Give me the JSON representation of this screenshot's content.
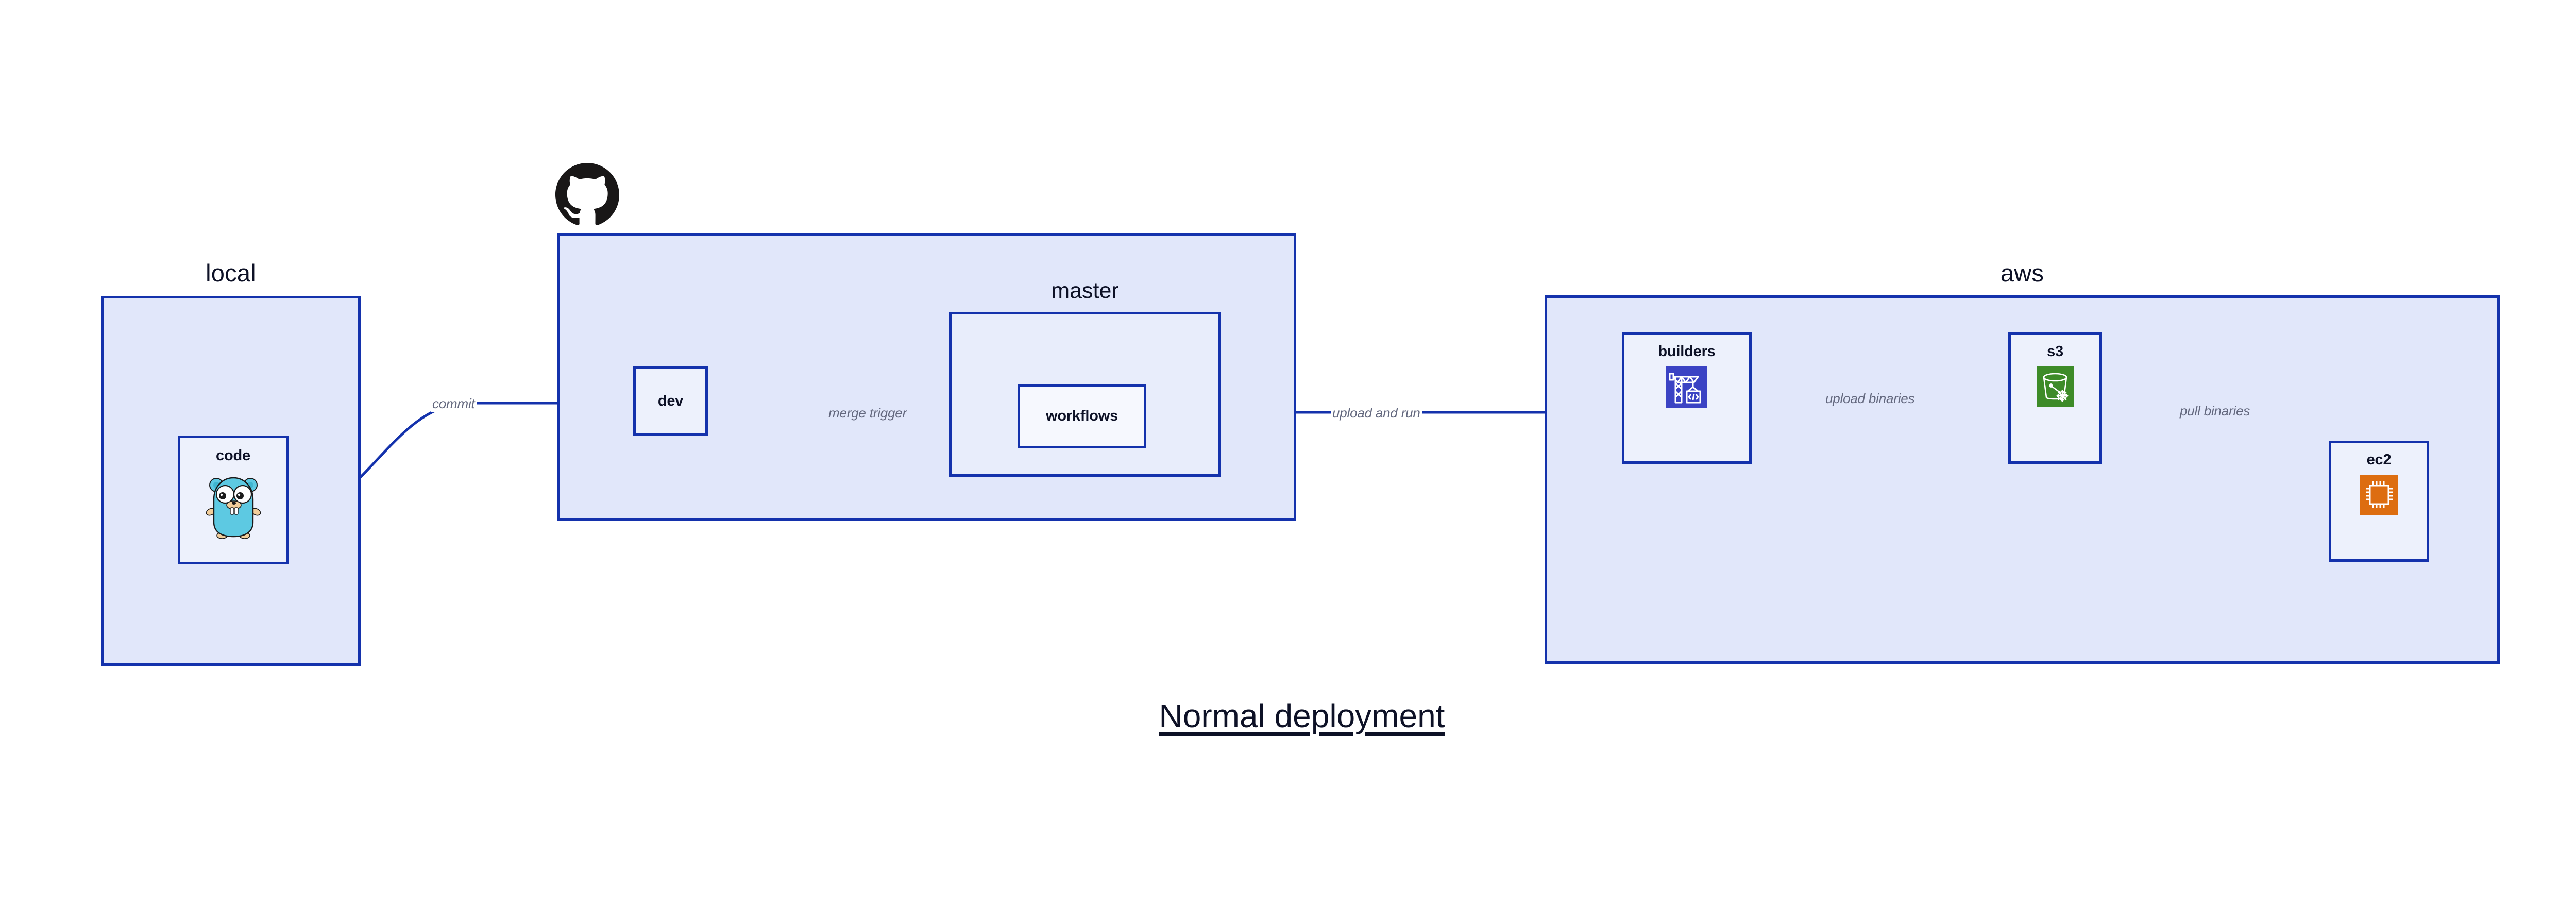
{
  "diagram": {
    "title": "Normal deployment",
    "palette": {
      "group_fill": "#e1e7fa",
      "sub_fill": "#e8edfb",
      "node_fill": "#edf1fc",
      "stroke": "#1432ac",
      "text": "#0d1126",
      "edge_label_text": "#63687e",
      "gopher_body": "#5dc9e2",
      "codebuild_blue": "#3b43c4",
      "s3_glacier_green": "#3d8b28",
      "ec2_orange": "#dd6d10",
      "github_black": "#191717"
    }
  },
  "groups": {
    "local": {
      "label": "local",
      "nodes": {
        "code": {
          "label": "code",
          "icon": "go-gopher-icon"
        }
      }
    },
    "github": {
      "label": "github",
      "logo": "github-octocat-icon",
      "nodes": {
        "dev": {
          "label": "dev"
        }
      },
      "sub": {
        "master": {
          "label": "master",
          "nodes": {
            "workflows": {
              "label": "workflows"
            }
          }
        }
      }
    },
    "aws": {
      "label": "aws",
      "nodes": {
        "builders": {
          "label": "builders",
          "icon": "aws-codebuild-crane-icon"
        },
        "s3": {
          "label": "s3",
          "icon": "aws-s3-glacier-bucket-icon"
        },
        "ec2": {
          "label": "ec2",
          "icon": "aws-ec2-chip-icon"
        }
      }
    }
  },
  "edges": [
    {
      "id": "code-to-dev",
      "label": "commit",
      "from": "code",
      "to": "dev"
    },
    {
      "id": "dev-to-workflows",
      "label": "merge trigger",
      "from": "dev",
      "to": "workflows"
    },
    {
      "id": "workflows-to-builders",
      "label": "upload and run",
      "from": "workflows",
      "to": "builders"
    },
    {
      "id": "builders-to-s3",
      "label": "upload binaries",
      "from": "builders",
      "to": "s3"
    },
    {
      "id": "s3-to-ec2",
      "label": "pull binaries",
      "from": "s3",
      "to": "ec2"
    }
  ]
}
